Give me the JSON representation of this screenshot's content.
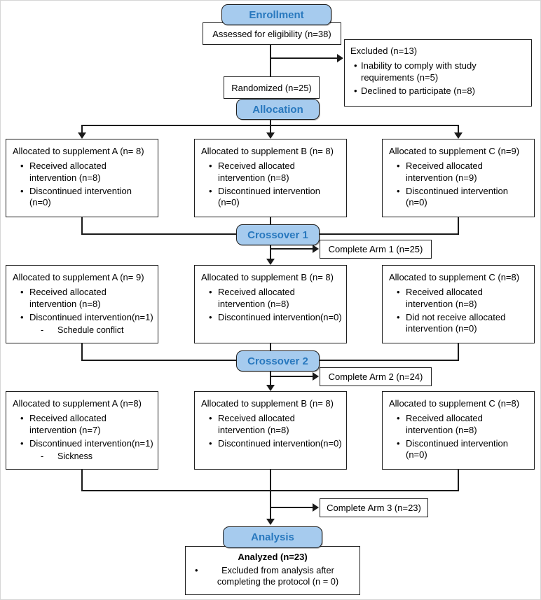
{
  "palette": {
    "stage_fill": "#A6CBEE",
    "stage_text": "#2878BE",
    "box_border": "#1f1f1f",
    "line_color": "#1a1a1a",
    "box_bg": "#ffffff"
  },
  "markers": {
    "bullet": "•",
    "dash": "-"
  },
  "flow": {
    "enrollment_label": "Enrollment",
    "assessed": "Assessed for eligibility (n=38)",
    "excluded_title": "Excluded (n=13)",
    "excluded_items": [
      "Inability to comply with study requirements (n=5)",
      "Declined to participate (n=8)"
    ],
    "randomized": "Randomized (n=25)",
    "allocation_label": "Allocation",
    "rows": [
      {
        "stage_after_label": "Crossover 1",
        "complete_label": "Complete Arm 1 (n=25)",
        "boxes": [
          {
            "title": "Allocated to supplement A (n= 8)",
            "bullets": [
              "Received allocated intervention (n=8)",
              "Discontinued intervention (n=0)"
            ],
            "sub": ""
          },
          {
            "title": "Allocated to supplement B (n= 8)",
            "bullets": [
              "Received allocated intervention (n=8)",
              "Discontinued intervention (n=0)"
            ],
            "sub": ""
          },
          {
            "title": "Allocated to supplement C (n=9)",
            "bullets": [
              "Received allocated intervention (n=9)",
              "Discontinued intervention (n=0)"
            ],
            "sub": ""
          }
        ]
      },
      {
        "stage_after_label": "Crossover 2",
        "complete_label": "Complete Arm 2 (n=24)",
        "boxes": [
          {
            "title": "Allocated to supplement A (n= 9)",
            "bullets": [
              "Received allocated intervention (n=8)",
              "Discontinued intervention(n=1)"
            ],
            "sub": "Schedule conflict"
          },
          {
            "title": "Allocated to supplement B (n= 8)",
            "bullets": [
              "Received allocated intervention (n=8)",
              "Discontinued intervention(n=0)"
            ],
            "sub": ""
          },
          {
            "title": "Allocated to supplement C (n=8)",
            "bullets": [
              "Received allocated intervention (n=8)",
              "Did not receive allocated intervention (n=0)"
            ],
            "sub": ""
          }
        ]
      },
      {
        "stage_after_label": "",
        "complete_label": "Complete Arm 3 (n=23)",
        "boxes": [
          {
            "title": "Allocated to supplement A (n=8)",
            "bullets": [
              "Received allocated intervention (n=7)",
              "Discontinued intervention(n=1)"
            ],
            "sub": "Sickness"
          },
          {
            "title": "Allocated to supplement B (n= 8)",
            "bullets": [
              "Received allocated intervention (n=8)",
              "Discontinued intervention(n=0)"
            ],
            "sub": ""
          },
          {
            "title": "Allocated to supplement C (n=8)",
            "bullets": [
              "Received allocated intervention (n=8)",
              "Discontinued intervention (n=0)"
            ],
            "sub": ""
          }
        ]
      }
    ],
    "analysis_label": "Analysis",
    "analyzed_title": "Analyzed (n=23)",
    "analyzed_items": [
      "Excluded from analysis after completing the protocol (n = 0)"
    ]
  }
}
